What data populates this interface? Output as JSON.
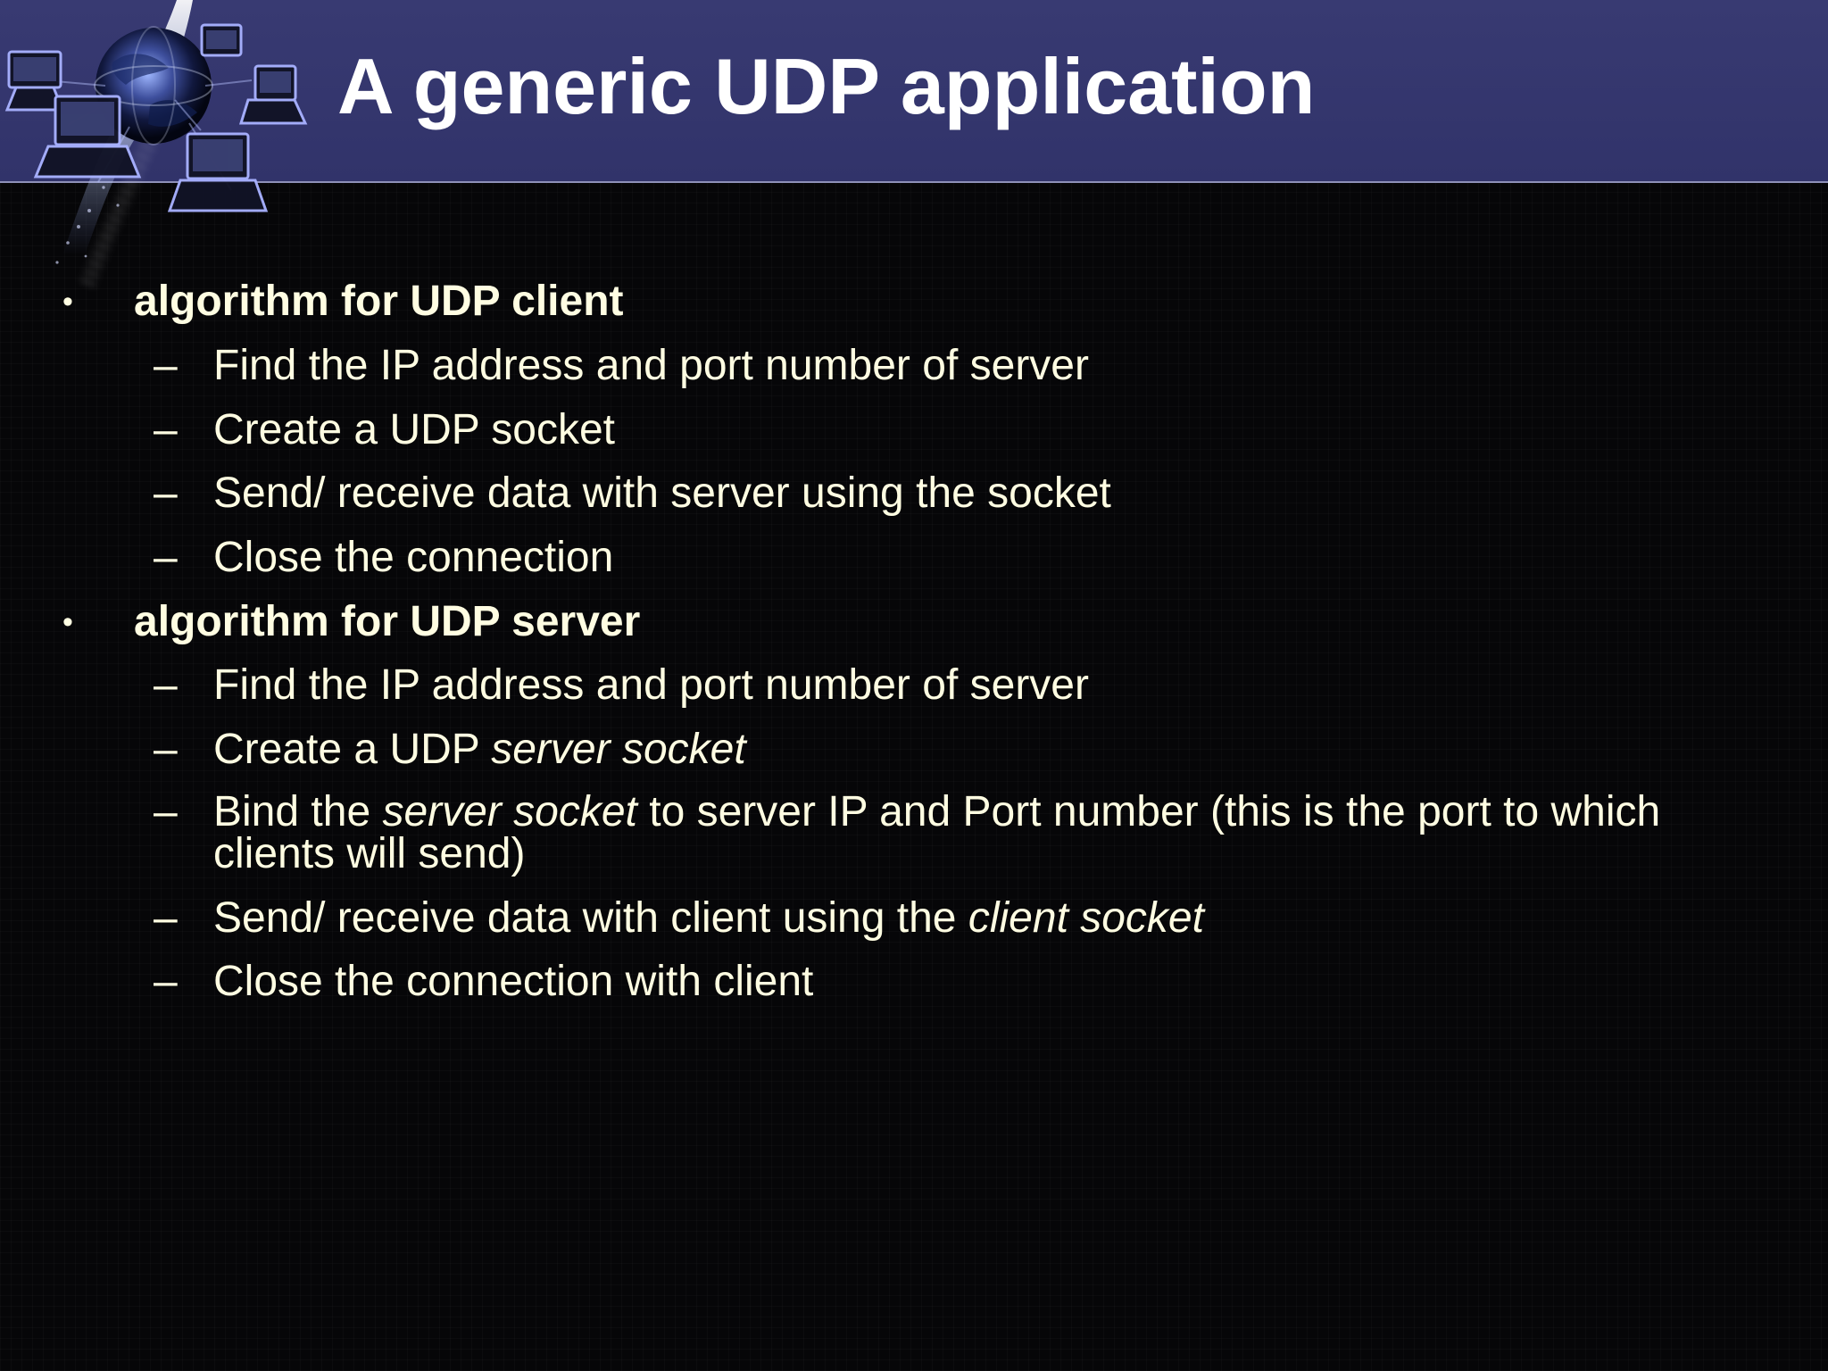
{
  "slide": {
    "title": "A generic UDP application",
    "logo_icon": "network-globe-computers-icon",
    "colors": {
      "title_band": "#383a72",
      "background": "#060608",
      "title_text": "#ffffff",
      "body_text": "#fffde2"
    }
  },
  "client_section": {
    "heading": "algorithm for UDP client",
    "items": [
      "Find the IP address and port number of server",
      "Create a UDP socket",
      "Send/ receive data with server using the socket",
      "Close the connection"
    ]
  },
  "server_section": {
    "heading": "algorithm for UDP server",
    "item_1": "Find the IP address and port number of server",
    "item_2": {
      "prefix": "Create a UDP ",
      "emphasis": "server socket"
    },
    "item_3": {
      "prefix": "Bind the ",
      "emphasis": "server socket",
      "line_1_suffix": " to server IP and Port number (this is the port to which",
      "line_2": "clients will send)"
    },
    "item_4": {
      "prefix": "Send/ receive data with client using the ",
      "emphasis": "client socket"
    },
    "item_5": "Close the connection with client"
  },
  "markers": {
    "bullet": "•",
    "dash": "–"
  }
}
